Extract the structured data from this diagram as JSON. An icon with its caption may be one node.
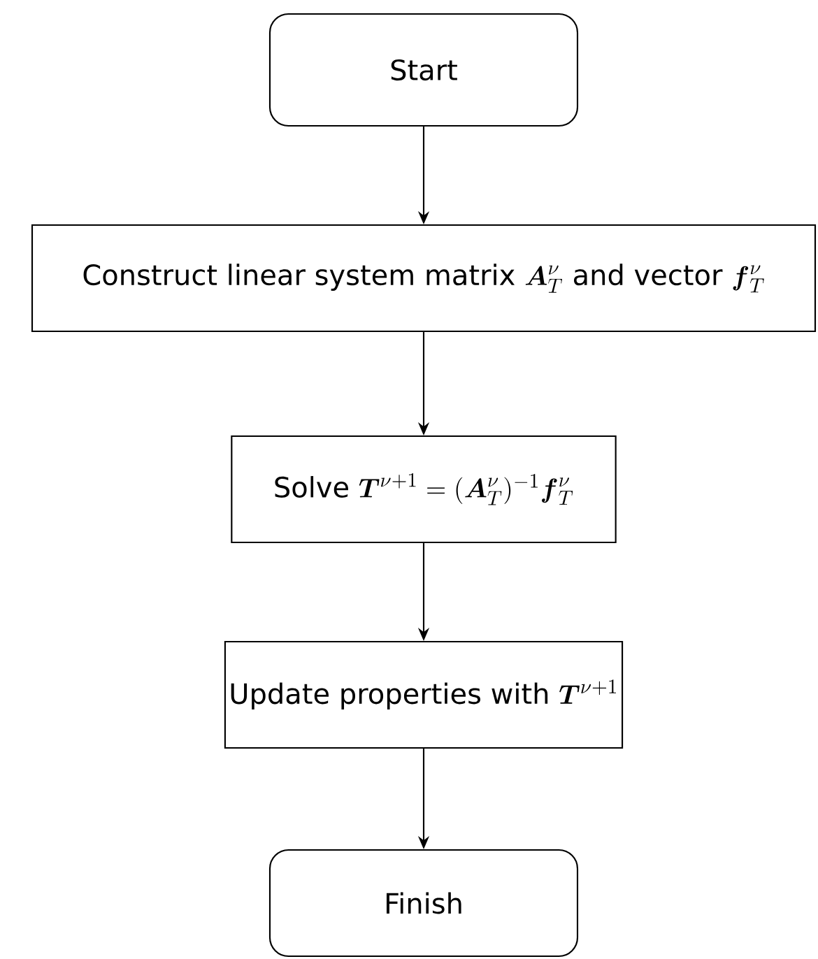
{
  "diagram": {
    "nodes": [
      {
        "text": [
          "Start"
        ]
      },
      {
        "text": [
          "\\text{Construct linear system matrix } \\boldsymbol{A}_T^{\\nu} \\text{ and vector } \\boldsymbol{f}_T^{\\nu}"
        ]
      },
      {
        "text": [
          "\\text{Solve } \\boldsymbol{T}^{\\nu+1} = (\\boldsymbol{A}_T^{\\nu})^{-1}\\boldsymbol{f}_T^{\\nu}"
        ]
      },
      {
        "text": [
          "\\text{Update properties with } \\boldsymbol{T}^{\\nu+1}"
        ]
      },
      {
        "text": [
          "Finish"
        ]
      }
    ],
    "edges": [
      {
        "from": 0,
        "to": 1,
        "arrow": "to"
      },
      {
        "from": 1,
        "to": 2,
        "arrow": "to"
      },
      {
        "from": 2,
        "to": 3,
        "arrow": "to"
      },
      {
        "from": 3,
        "to": 4,
        "arrow": "to"
      }
    ]
  }
}
